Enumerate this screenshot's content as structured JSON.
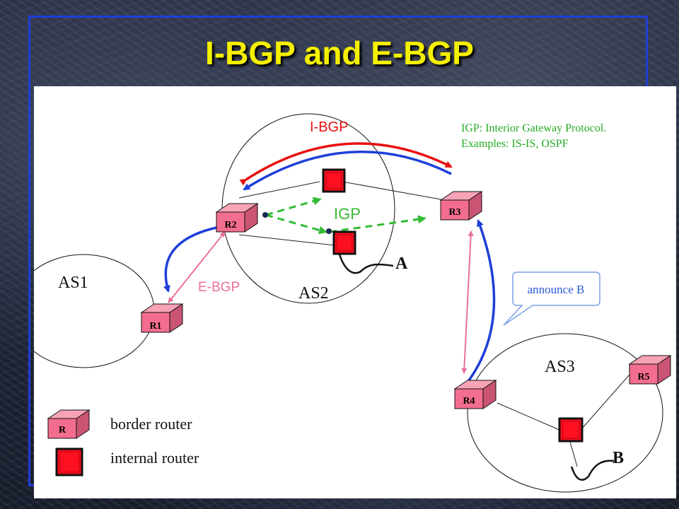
{
  "title": "I-BGP and E-BGP",
  "colors": {
    "title": "#f5f000",
    "frame": "#1e3fd8",
    "router_red": "#ff1020",
    "border_router_pink": "#f26d8f",
    "ibgp_red": "#e81010",
    "ibgp_blue": "#1e3fd8",
    "igp_green": "#33bb33",
    "ebgp_pink": "#e8709a",
    "note_green": "#22aa22",
    "callout_blue": "#2a5bd7"
  },
  "diagram": {
    "as_labels": {
      "as1": "AS1",
      "as2": "AS2",
      "as3": "AS3"
    },
    "routers": {
      "r1": "R1",
      "r2": "R2",
      "r3": "R3",
      "r4": "R4",
      "r5": "R5"
    },
    "protocol_labels": {
      "ibgp": "I-BGP",
      "igp": "IGP",
      "ebgp": "E-BGP"
    },
    "prefixes": {
      "a": "A",
      "b": "B"
    },
    "note": {
      "line1": "IGP: Interior Gateway Protocol.",
      "line2": "Examples: IS-IS,  OSPF"
    },
    "callout": "announce B",
    "legend": {
      "border_router_letter": "R",
      "border_router_label": "border router",
      "internal_router_label": "internal router"
    }
  }
}
